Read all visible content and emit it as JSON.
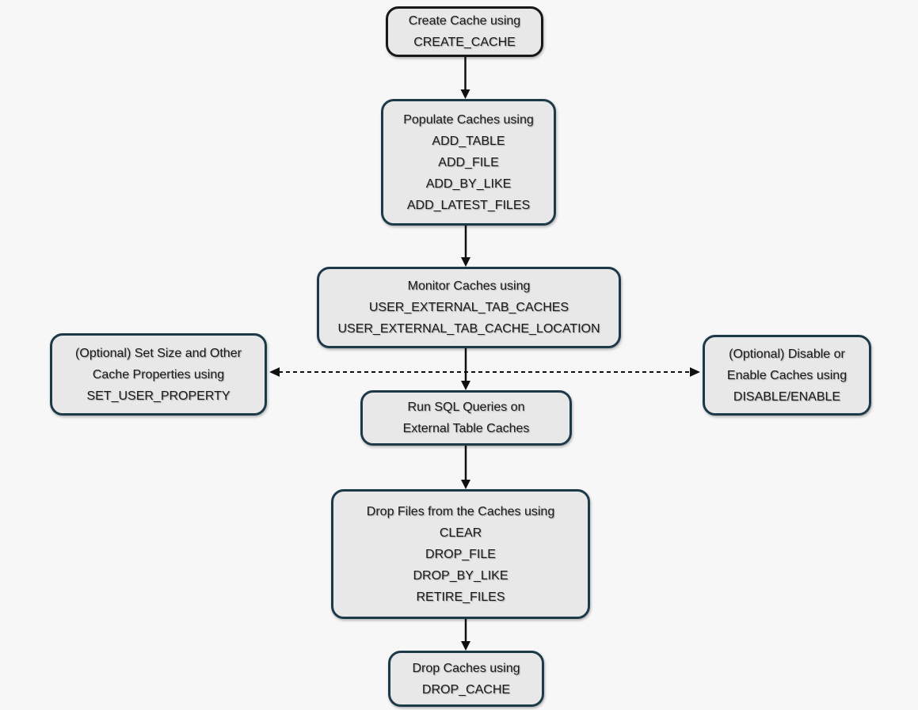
{
  "colors": {
    "background": "#f7f7f7",
    "node-fill": "#e8e8e8",
    "node-border": "#1e3a49",
    "node-border-dark": "#181818",
    "arrow": "#101010",
    "text": "#1a1a1a"
  },
  "nodes": [
    {
      "id": "create-cache",
      "lines": [
        "Create Cache using",
        "CREATE_CACHE"
      ]
    },
    {
      "id": "populate-caches",
      "lines": [
        "Populate Caches using",
        "ADD_TABLE",
        "ADD_FILE",
        "ADD_BY_LIKE",
        "ADD_LATEST_FILES"
      ]
    },
    {
      "id": "monitor-caches",
      "lines": [
        "Monitor Caches using",
        "USER_EXTERNAL_TAB_CACHES",
        "USER_EXTERNAL_TAB_CACHE_LOCATION"
      ]
    },
    {
      "id": "set-properties",
      "lines": [
        "(Optional) Set Size and Other",
        "Cache Properties using",
        "SET_USER_PROPERTY"
      ]
    },
    {
      "id": "disable-enable",
      "lines": [
        "(Optional) Disable or",
        "Enable Caches using",
        "DISABLE/ENABLE"
      ]
    },
    {
      "id": "run-sql-queries",
      "lines": [
        "Run SQL Queries on",
        "External Table Caches"
      ]
    },
    {
      "id": "drop-files",
      "lines": [
        "Drop Files from the Caches using",
        "CLEAR",
        "DROP_FILE",
        "DROP_BY_LIKE",
        "RETIRE_FILES"
      ]
    },
    {
      "id": "drop-caches",
      "lines": [
        "Drop Caches using",
        "DROP_CACHE"
      ]
    }
  ]
}
